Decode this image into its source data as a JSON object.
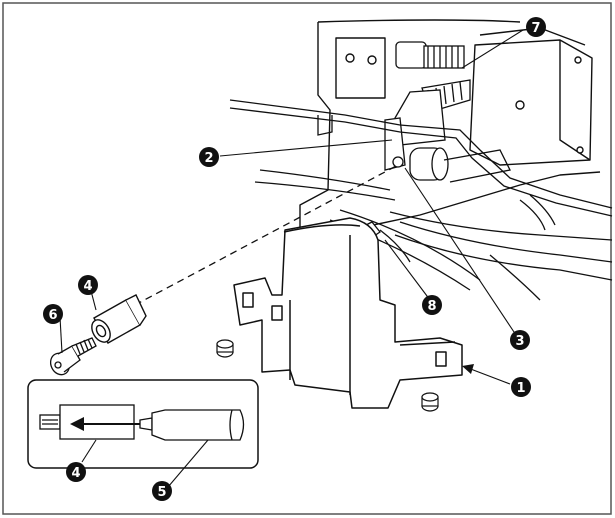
{
  "callouts": [
    {
      "id": "c1",
      "label": "1",
      "part": "cover"
    },
    {
      "id": "c2",
      "label": "2",
      "part": "bracket"
    },
    {
      "id": "c3",
      "label": "3",
      "part": "shaft"
    },
    {
      "id": "c4",
      "label": "4",
      "part": "sleeve"
    },
    {
      "id": "c4b",
      "label": "4",
      "part": "sleeve-inset"
    },
    {
      "id": "c5",
      "label": "5",
      "part": "grease-tube"
    },
    {
      "id": "c6",
      "label": "6",
      "part": "screw"
    },
    {
      "id": "c7",
      "label": "7",
      "part": "gear"
    },
    {
      "id": "c8",
      "label": "8",
      "part": "wire"
    }
  ],
  "colors": {
    "ink": "#111111",
    "paper": "#ffffff",
    "frame": "#555555"
  }
}
